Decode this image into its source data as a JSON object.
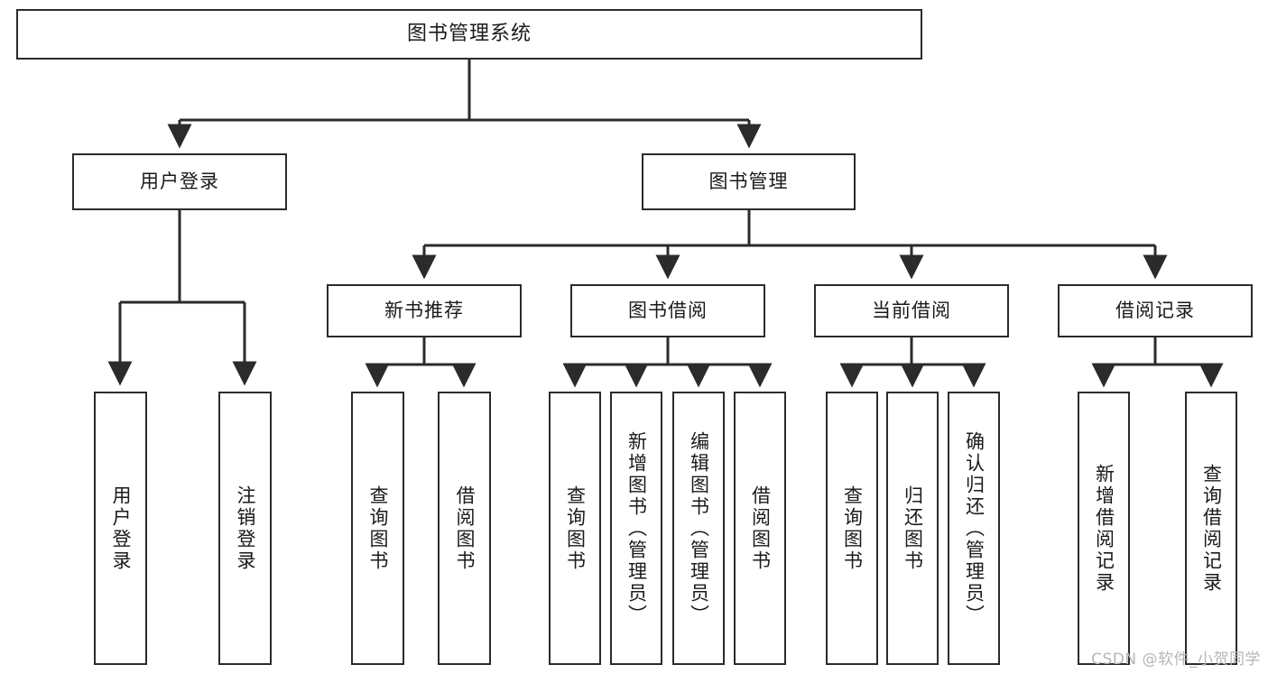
{
  "diagram": {
    "title": "图书管理系统",
    "type": "tree-hierarchy-chart",
    "watermark": "CSDN @软件_小贺同学",
    "colors": {
      "box_border": "#2b2b2b",
      "box_fill": "#ffffff",
      "connector": "#2b2b2b",
      "text": "#1a1a1a",
      "watermark": "#b6b6b6",
      "background": "#ffffff"
    },
    "nodes": {
      "root": {
        "label": "图书管理系统"
      },
      "level2": [
        {
          "id": "user-login",
          "label": "用户登录"
        },
        {
          "id": "book-manage",
          "label": "图书管理"
        }
      ],
      "level3": [
        {
          "id": "new-book-recommend",
          "label": "新书推荐"
        },
        {
          "id": "book-borrow",
          "label": "图书借阅"
        },
        {
          "id": "current-borrow",
          "label": "当前借阅"
        },
        {
          "id": "borrow-record",
          "label": "借阅记录"
        }
      ],
      "leaves": {
        "user-login": [
          {
            "id": "leaf-user-login",
            "label": "用户登录"
          },
          {
            "id": "leaf-logout-login",
            "label": "注销登录"
          }
        ],
        "new-book-recommend": [
          {
            "id": "leaf-query-book-1",
            "label": "查询图书"
          },
          {
            "id": "leaf-borrow-book-1",
            "label": "借阅图书"
          }
        ],
        "book-borrow": [
          {
            "id": "leaf-query-book-2",
            "label": "查询图书"
          },
          {
            "id": "leaf-add-book",
            "label": "新增图书（管理员）"
          },
          {
            "id": "leaf-edit-book",
            "label": "编辑图书（管理员）"
          },
          {
            "id": "leaf-borrow-book-2",
            "label": "借阅图书"
          }
        ],
        "current-borrow": [
          {
            "id": "leaf-query-book-3",
            "label": "查询图书"
          },
          {
            "id": "leaf-return-book",
            "label": "归还图书"
          },
          {
            "id": "leaf-confirm-return",
            "label": "确认归还（管理员）"
          }
        ],
        "borrow-record": [
          {
            "id": "leaf-add-record",
            "label": "新增借阅记录"
          },
          {
            "id": "leaf-query-record",
            "label": "查询借阅记录"
          }
        ]
      }
    }
  }
}
